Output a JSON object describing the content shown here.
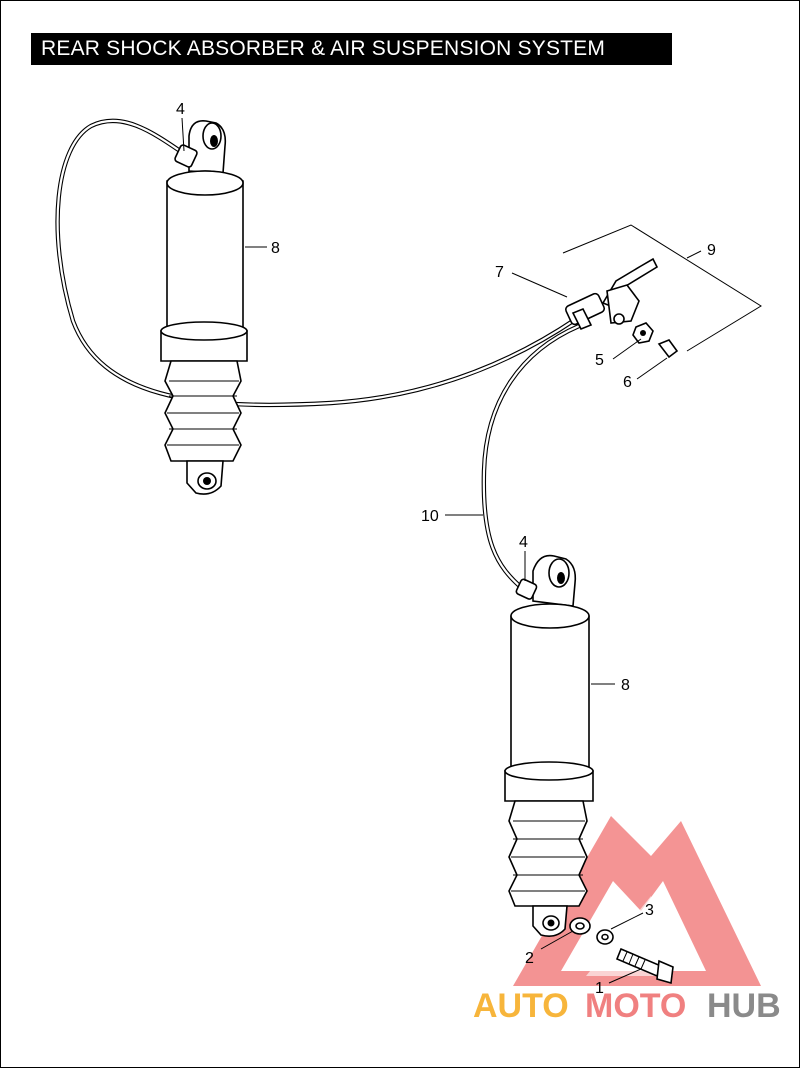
{
  "title": "REAR SHOCK ABSORBER & AIR SUSPENSION SYSTEM",
  "callouts": {
    "c1": "1",
    "c2": "2",
    "c3": "3",
    "c4a": "4",
    "c4b": "4",
    "c5": "5",
    "c6": "6",
    "c7": "7",
    "c8a": "8",
    "c8b": "8",
    "c9": "9",
    "c10": "10"
  },
  "watermark": {
    "word_auto": "AUTO",
    "word_moto": "MOTO",
    "word_hub": "HUB",
    "color_auto": "#F7B53B",
    "color_moto": "#F08080",
    "color_hub": "#8A8A8A",
    "color_logo": "#F07070"
  }
}
